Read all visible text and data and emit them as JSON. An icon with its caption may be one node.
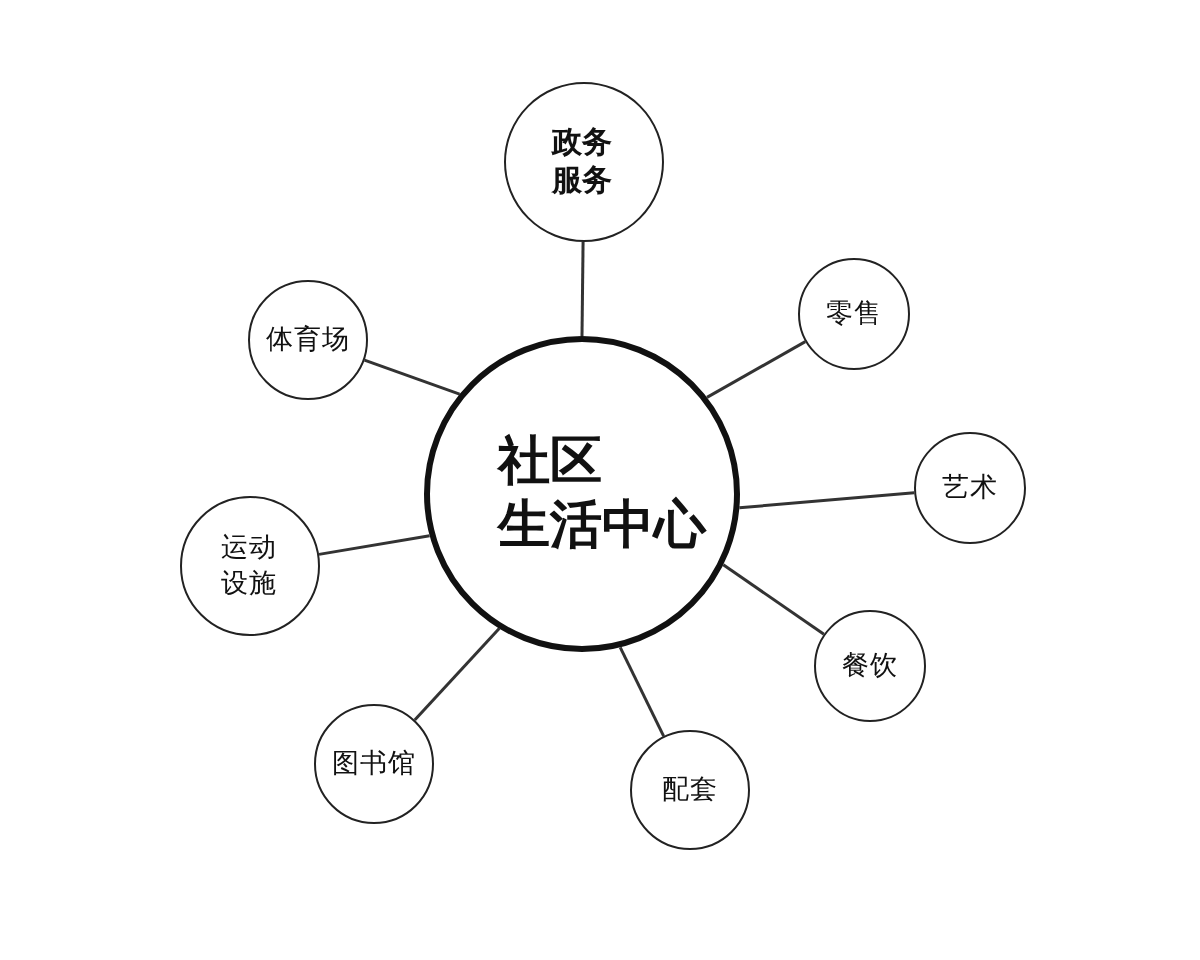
{
  "diagram": {
    "nodes": [
      {
        "text": [
          "社区生活中心"
        ]
      },
      {
        "text": [
          "政务服务"
        ]
      },
      {
        "text": [
          "零售"
        ]
      },
      {
        "text": [
          "艺术"
        ]
      },
      {
        "text": [
          "餐饮"
        ]
      },
      {
        "text": [
          "配套"
        ]
      },
      {
        "text": [
          "图书馆"
        ]
      },
      {
        "text": [
          "运动设施"
        ]
      },
      {
        "text": [
          "体育场"
        ]
      }
    ],
    "edges": [
      {
        "from": 0,
        "to": 1,
        "arrow": "none"
      },
      {
        "from": 0,
        "to": 2,
        "arrow": "none"
      },
      {
        "from": 0,
        "to": 3,
        "arrow": "none"
      },
      {
        "from": 0,
        "to": 4,
        "arrow": "none"
      },
      {
        "from": 0,
        "to": 5,
        "arrow": "none"
      },
      {
        "from": 0,
        "to": 6,
        "arrow": "none"
      },
      {
        "from": 0,
        "to": 7,
        "arrow": "none"
      },
      {
        "from": 0,
        "to": 8,
        "arrow": "none"
      }
    ]
  }
}
